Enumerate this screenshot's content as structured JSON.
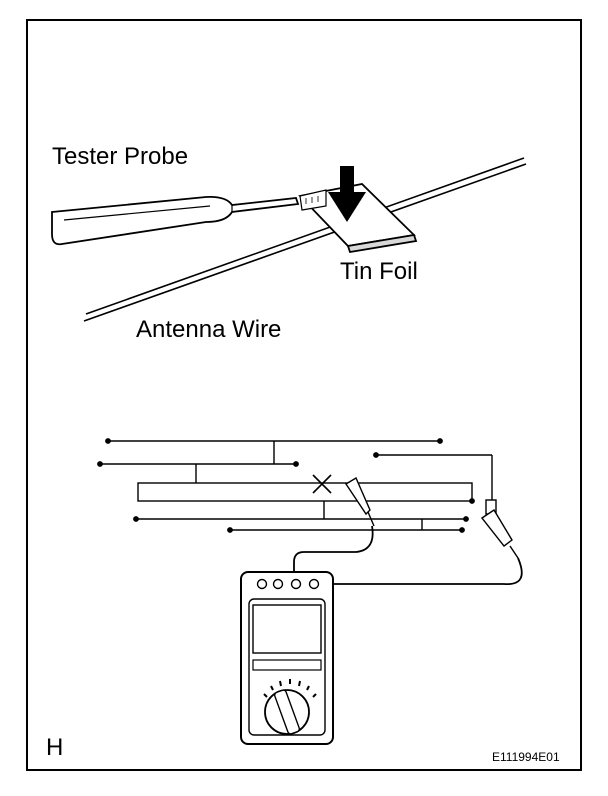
{
  "labels": {
    "tester_probe": "Tester Probe",
    "tin_foil": "Tin Foil",
    "antenna_wire": "Antenna Wire",
    "figure_letter": "H",
    "figure_code": "E111994E01"
  },
  "icons": [
    "tester-probe-icon",
    "tin-foil-icon",
    "down-arrow-icon",
    "antenna-wire-icon",
    "defogger-grid-icon",
    "break-mark-icon",
    "multimeter-icon"
  ],
  "colors": {
    "line": "#000000",
    "background": "#ffffff"
  }
}
